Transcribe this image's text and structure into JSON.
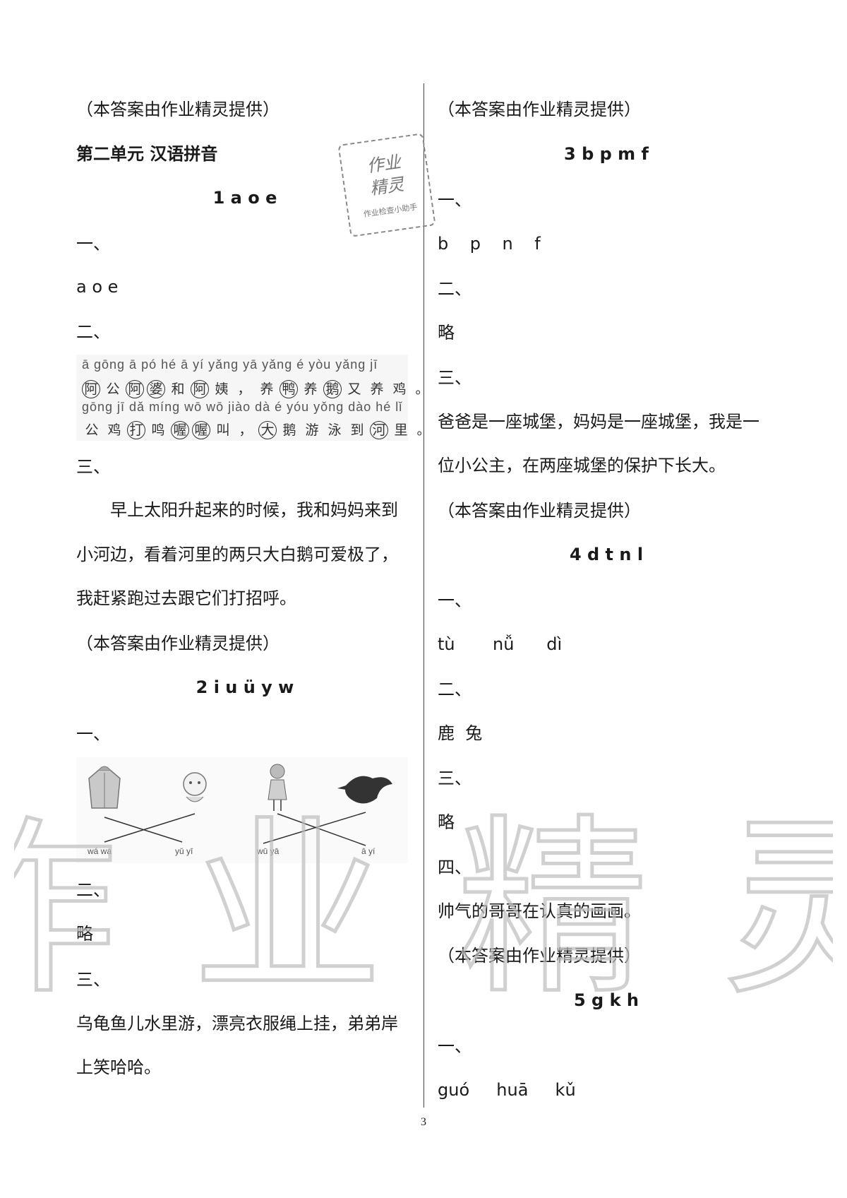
{
  "left": {
    "credit1": "（本答案由作业精灵提供）",
    "unit_title": "第二单元  汉语拼音",
    "lesson1_title": "1 a o e",
    "s1_label": "一、",
    "s1_answer": "a o e",
    "s2_label": "二、",
    "figure1": {
      "pinyin_line1": "ā gōng ā pó hé ā yí   yǎng yā yǎng é yòu yǎng jī",
      "hanzi_line1": [
        "阿",
        "公",
        "阿",
        "婆",
        "和",
        "阿",
        "姨",
        "，",
        "养",
        "鸭",
        "养",
        "鹅",
        "又",
        "养",
        "鸡",
        "。"
      ],
      "circled1": [
        0,
        2,
        3,
        5,
        9,
        11
      ],
      "pinyin_line2": "gōng jī dǎ míng wō wō jiào   dà é yóu yǒng dào hé  lǐ",
      "hanzi_line2": [
        "公",
        "鸡",
        "打",
        "鸣",
        "喔",
        "喔",
        "叫",
        "，",
        "大",
        "鹅",
        "游",
        "泳",
        "到",
        "河",
        "里",
        "。"
      ],
      "circled2": [
        2,
        4,
        5,
        8,
        13
      ]
    },
    "s3_label": "三、",
    "para1_l1": "早上太阳升起来的时候，我和妈妈来到",
    "para1_l2": "小河边，看着河里的两只大白鹅可爱极了，",
    "para1_l3": "我赶紧跑过去跟它们打招呼。",
    "credit2": "（本答案由作业精灵提供）",
    "lesson2_title": "2 i u ü y w",
    "l2_s1_label": "一、",
    "figure2": {
      "labels": [
        "wá wa",
        "yǔ yī",
        "wū yā",
        "ā yí"
      ]
    },
    "l2_s2_label": "二、",
    "l2_s2_answer": "略",
    "l2_s3_label": "三、",
    "para2_l1": "乌龟鱼儿水里游，漂亮衣服绳上挂，弟弟岸",
    "para2_l2": "上笑哈哈。"
  },
  "right": {
    "credit1": "（本答案由作业精灵提供）",
    "lesson3_title": "3 b p m f",
    "s1_label": "一、",
    "s1_answer": "b    p    n    f",
    "s2_label": "二、",
    "s2_answer": "略",
    "s3_label": "三、",
    "para_l1": "爸爸是一座城堡，妈妈是一座城堡，我是一",
    "para_l2": "位小公主，在两座城堡的保护下长大。",
    "credit2": "（本答案由作业精灵提供）",
    "lesson4_title": "4 d t n l",
    "l4_s1_label": "一、",
    "l4_s1_answer": "tù       nǚ      dì",
    "l4_s2_label": "二、",
    "l4_s2_answer": "鹿  兔",
    "l4_s3_label": "三、",
    "l4_s3_answer": "略",
    "l4_s4_label": "四、",
    "l4_s4_answer": "帅气的哥哥在认真的画画。",
    "credit3": "（本答案由作业精灵提供）",
    "lesson5_title": "5 g k h",
    "l5_s1_label": "一、",
    "l5_s1_answer": "guó     huā     kǔ"
  },
  "stamp": {
    "line1": "作业",
    "line2": "精灵",
    "line3": "作业检查小助手"
  },
  "watermark": "作 业 精 灵",
  "page_number": "3"
}
